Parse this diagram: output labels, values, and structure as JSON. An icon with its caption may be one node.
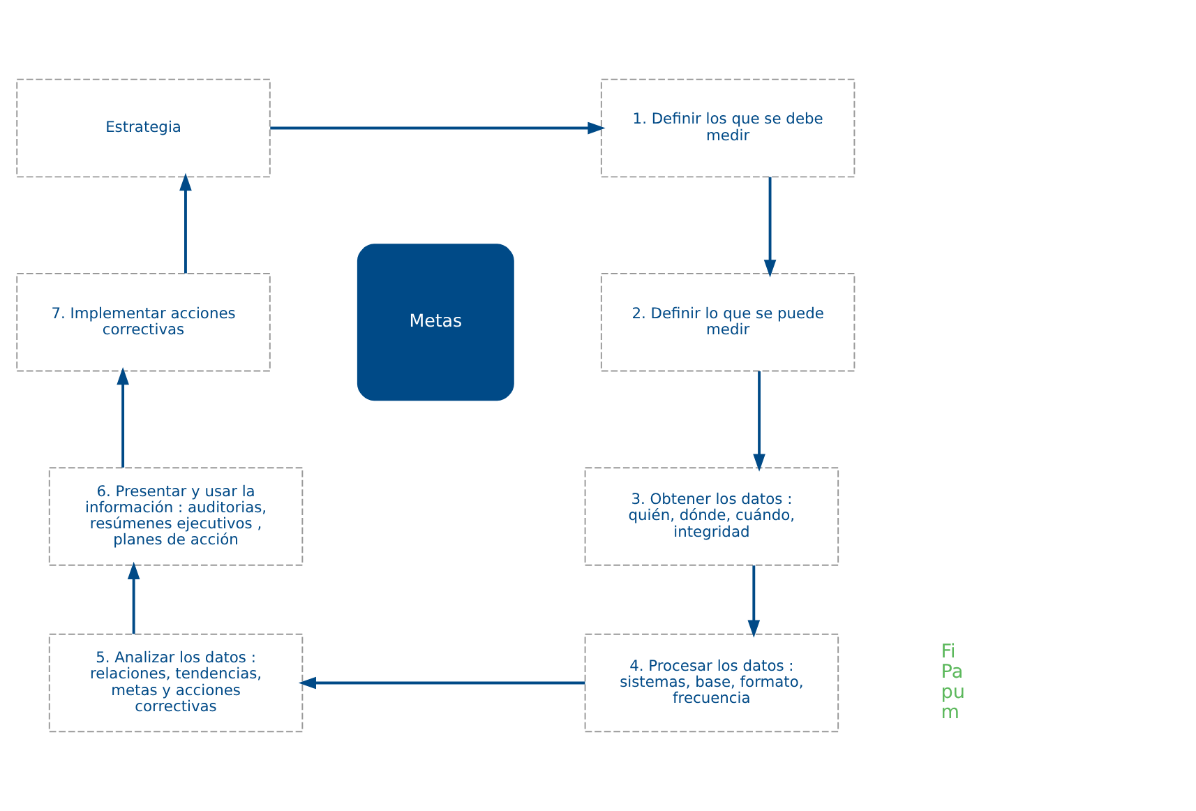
{
  "diagram": {
    "nodes": [
      {
        "text": [
          "Estrategia"
        ]
      },
      {
        "text": [
          "1. Definir los que se debe medir"
        ]
      },
      {
        "text": [
          "2. Definir lo que se puede medir"
        ]
      },
      {
        "text": [
          "3. Obtener los datos : quién, dónde, cuándo, integridad"
        ]
      },
      {
        "text": [
          "4. Procesar los datos : sistemas, base, formato, frecuencia"
        ]
      },
      {
        "text": [
          "5. Analizar los datos : relaciones, tendencias, metas y acciones correctivas"
        ]
      },
      {
        "text": [
          "6. Presentar y usar la información : auditorias, resúmenes ejecutivos , planes de acción"
        ]
      },
      {
        "text": [
          "7. Implementar acciones correctivas"
        ]
      },
      {
        "text": [
          "Metas"
        ]
      }
    ],
    "edges": [
      {
        "from": 0,
        "to": 1,
        "arrow": "to"
      },
      {
        "from": 1,
        "to": 2,
        "arrow": "to"
      },
      {
        "from": 2,
        "to": 3,
        "arrow": "to"
      },
      {
        "from": 3,
        "to": 4,
        "arrow": "to"
      },
      {
        "from": 4,
        "to": 5,
        "arrow": "to"
      },
      {
        "from": 5,
        "to": 6,
        "arrow": "to"
      },
      {
        "from": 6,
        "to": 7,
        "arrow": "to"
      },
      {
        "from": 7,
        "to": 0,
        "arrow": "to"
      }
    ],
    "labels": [
      "Fi",
      "Pa",
      "pu",
      "m"
    ]
  }
}
